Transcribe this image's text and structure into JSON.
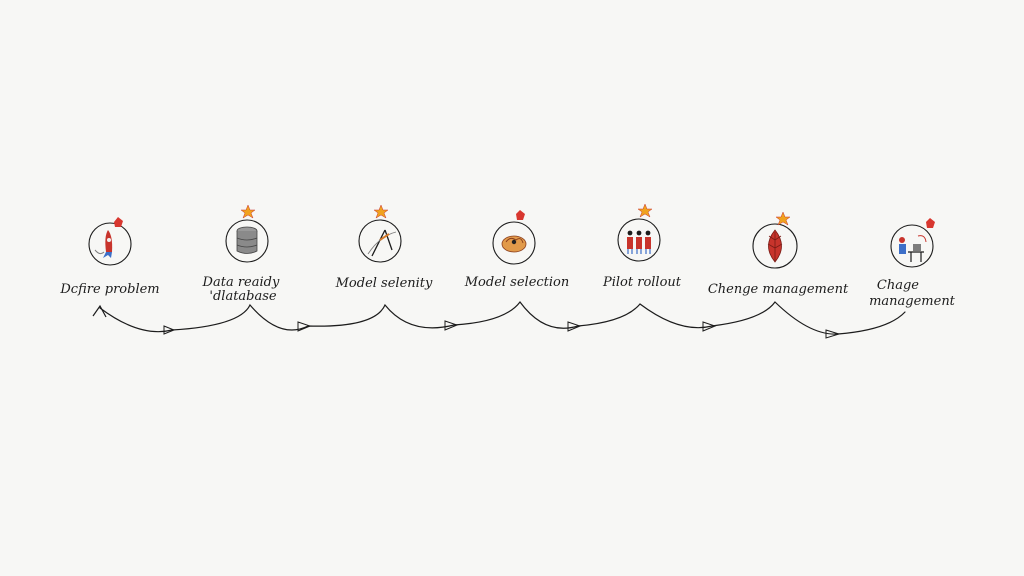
{
  "steps": [
    {
      "label_lines": [
        "Dcfire problem"
      ],
      "icon": "rocket-icon"
    },
    {
      "label_lines": [
        "Data reaidy",
        "'dlatabase"
      ],
      "icon": "database-icon"
    },
    {
      "label_lines": [
        "Model selenity"
      ],
      "icon": "drafting-compass-icon"
    },
    {
      "label_lines": [
        "Model selection"
      ],
      "icon": "brain-icon"
    },
    {
      "label_lines": [
        "Pilot rollout"
      ],
      "icon": "people-icon"
    },
    {
      "label_lines": [
        "Chenge management"
      ],
      "icon": "leaf-icon"
    },
    {
      "label_lines": [
        "Chage",
        "management"
      ],
      "icon": "person-at-desk-icon"
    }
  ],
  "colors": {
    "ink": "#1c1c1c",
    "star": "#f0a21f",
    "flag": "#d8372f",
    "icon_red": "#c8342c",
    "icon_blue": "#3d6fc8",
    "icon_gray": "#7d7d7d",
    "icon_orange": "#d57a2a"
  }
}
